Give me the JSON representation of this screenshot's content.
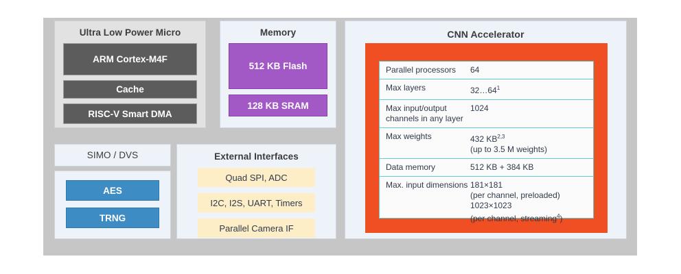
{
  "diagram": {
    "title": "MAX78000 block diagram",
    "colors": {
      "frame_gray": "#c6c6c6",
      "panel_blue_white": "#eef2f9",
      "panel_gray": "#e2e2e2",
      "dark_block": "#5c5c5c",
      "purple_block": "#a259c6",
      "blue_block": "#3d8cc4",
      "cream_block": "#fdeec8",
      "accent_orange": "#f04e23",
      "table_border_teal": "#5fd0cf"
    }
  },
  "ulp": {
    "title": "Ultra Low Power Micro",
    "blocks": [
      {
        "label": "ARM Cortex-M4F"
      },
      {
        "label": "Cache"
      },
      {
        "label": "RISC-V Smart DMA"
      }
    ]
  },
  "memory": {
    "title": "Memory",
    "blocks": [
      {
        "label": "512 KB Flash"
      },
      {
        "label": "128 KB SRAM"
      }
    ]
  },
  "power": {
    "title": "SIMO / DVS"
  },
  "security": {
    "blocks": [
      {
        "label": "AES"
      },
      {
        "label": "TRNG"
      }
    ]
  },
  "external": {
    "title": "External Interfaces",
    "blocks": [
      {
        "label": "Quad SPI, ADC"
      },
      {
        "label": "I2C, I2S, UART, Timers"
      },
      {
        "label": "Parallel Camera IF"
      }
    ]
  },
  "cnn": {
    "title": "CNN Accelerator",
    "specs": [
      {
        "label": "Parallel processors",
        "value_lines": [
          {
            "text": "64",
            "sup": ""
          }
        ]
      },
      {
        "label": "Max layers",
        "value_lines": [
          {
            "text": "32…64",
            "sup": "1"
          }
        ]
      },
      {
        "label": "Max input/output channels in any layer",
        "value_lines": [
          {
            "text": "1024",
            "sup": ""
          }
        ]
      },
      {
        "label": "Max weights",
        "value_lines": [
          {
            "text": "432 KB",
            "sup": "2,3"
          },
          {
            "text": "(up to 3.5 M weights)",
            "sup": ""
          }
        ]
      },
      {
        "label": "Data memory",
        "value_lines": [
          {
            "text": "512 KB + 384 KB",
            "sup": ""
          }
        ]
      },
      {
        "label": "Max. input dimensions",
        "value_lines": [
          {
            "text": "181×181",
            "sup": ""
          },
          {
            "text": "(per channel, preloaded)",
            "sup": ""
          },
          {
            "text": "1023×1023",
            "sup": ""
          },
          {
            "text": "(per channel, streaming",
            "sup": "4",
            "suffix": ")"
          }
        ]
      }
    ]
  }
}
